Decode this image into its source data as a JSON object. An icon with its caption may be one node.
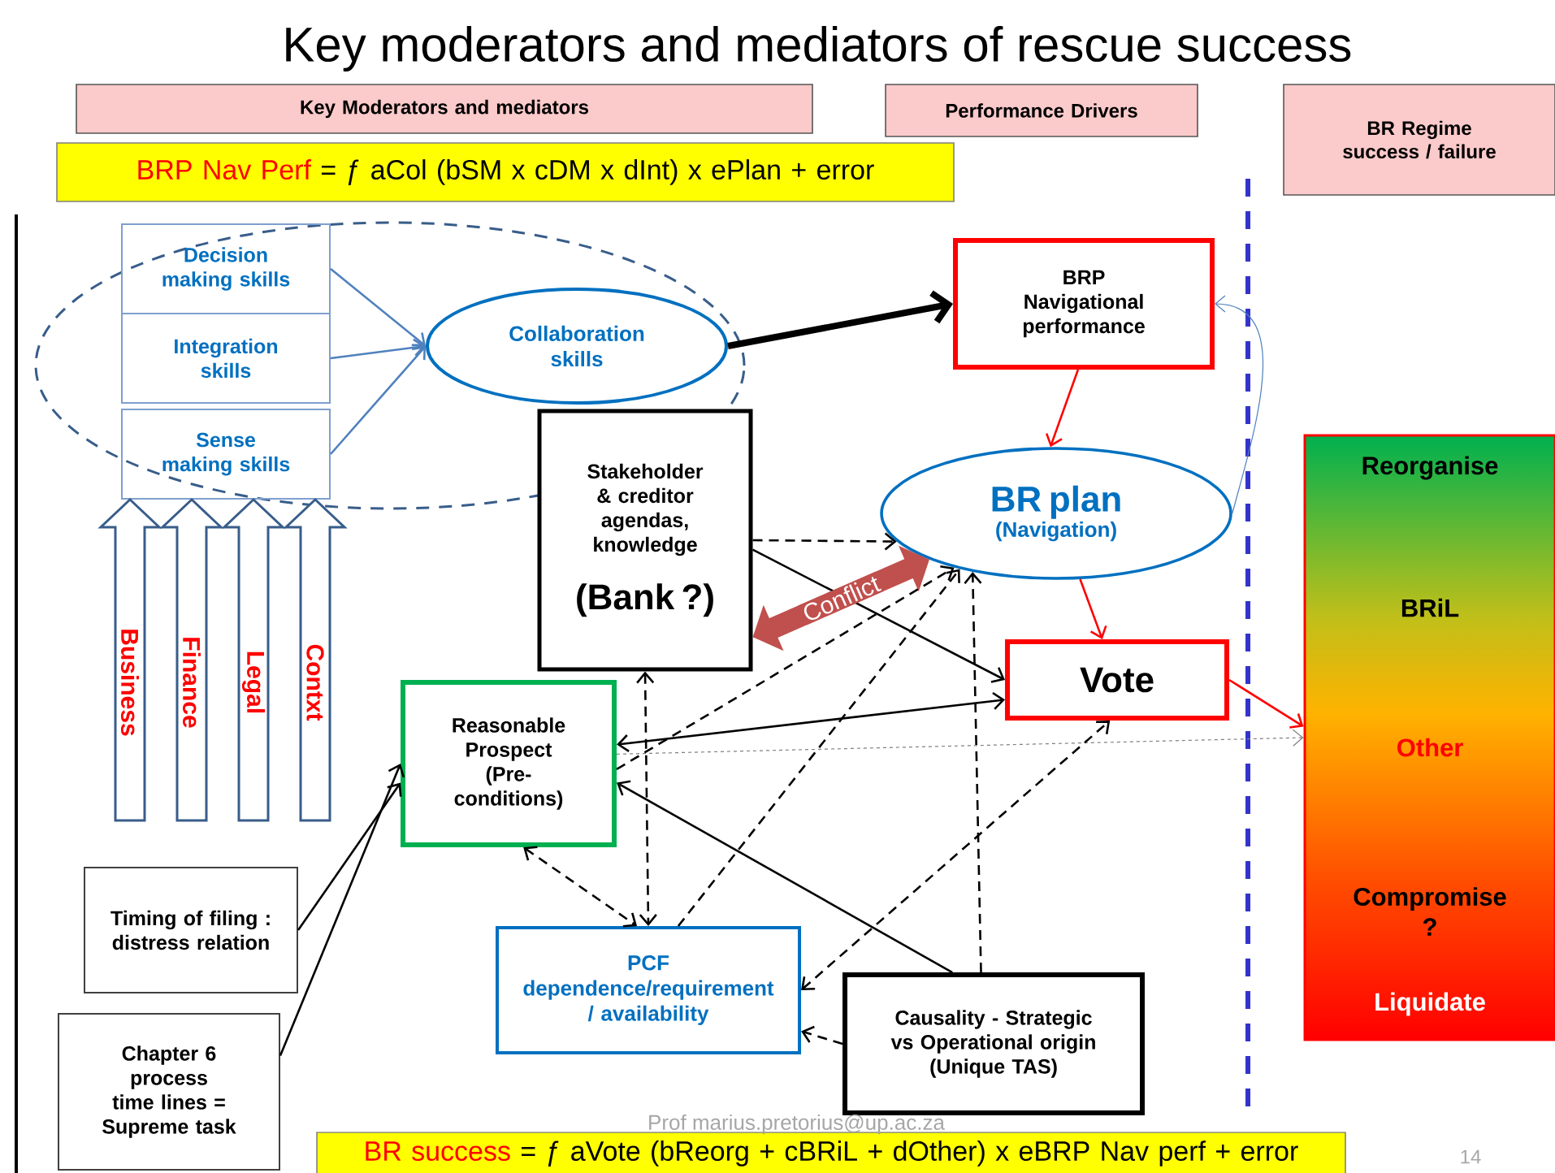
{
  "diagram": {
    "title": "Key moderators and mediators of rescue success",
    "nodes": [
      {
        "text": [
          "Key Moderators and mediators"
        ]
      },
      {
        "text": [
          "Performance Drivers"
        ]
      },
      {
        "text": [
          "BR Regime success / failure"
        ]
      },
      {
        "text": [
          "BRP Nav Perf",
          "= ƒ aCol (bSM x cDM x dInt) x ePlan + error"
        ]
      },
      {
        "text": [
          "Decision making skills"
        ]
      },
      {
        "text": [
          "Integration skills"
        ]
      },
      {
        "text": [
          "Sense making skills"
        ]
      },
      {
        "text": [
          "Collaboration skills"
        ]
      },
      {
        "text": [
          "BRP Navigational performance"
        ]
      },
      {
        "text": [
          "BR plan",
          "(Navigation)"
        ]
      },
      {
        "text": [
          "Stakeholder & creditor agendas, knowledge",
          "(Bank ?)"
        ]
      },
      {
        "text": [
          "Vote"
        ]
      },
      {
        "text": [
          "Reasonable Prospect (Pre-conditions)"
        ]
      },
      {
        "text": [
          "PCF",
          "dependence/requirement / availability"
        ]
      },
      {
        "text": [
          "Causality - Strategic vs Operational origin",
          "(Unique TAS)"
        ]
      },
      {
        "text": [
          "Timing of filing : distress relation"
        ]
      },
      {
        "text": [
          "Chapter 6 process time lines = Supreme task"
        ]
      },
      {
        "text": [
          "Reorganise",
          "BRiL",
          "Other",
          "Compromise ?",
          "Liquidate"
        ]
      },
      {
        "text": [
          "BR success",
          "= ƒ  aVote (bReorg + cBRiL + dOther) x eBRP Nav perf + error"
        ]
      }
    ],
    "edges": [
      {
        "from": 4,
        "to": 7,
        "arrow": "to",
        "color": "#4f81bd"
      },
      {
        "from": 5,
        "to": 7,
        "arrow": "to",
        "color": "#4f81bd"
      },
      {
        "from": 6,
        "to": 7,
        "arrow": "to",
        "color": "#4f81bd"
      },
      {
        "from": 7,
        "to": 8,
        "arrow": "to",
        "style": "thick"
      },
      {
        "from": 8,
        "to": 9,
        "arrow": "to",
        "color": "#ff0000"
      },
      {
        "from": 9,
        "to": 8,
        "arrow": "to",
        "color": "#4f81bd"
      },
      {
        "from": 9,
        "to": 11,
        "arrow": "to",
        "color": "#ff0000"
      },
      {
        "from": 11,
        "to": 17,
        "arrow": "to",
        "color": "#ff0000"
      },
      {
        "from": 10,
        "to": 9,
        "arrow": "to",
        "style": "dashed"
      },
      {
        "from": 10,
        "to": 11,
        "arrow": "to"
      },
      {
        "from": 10,
        "to": 9,
        "arrow": "both",
        "label": "Conflict",
        "style": "thick",
        "color": "#c0504d"
      },
      {
        "from": 12,
        "to": 11,
        "arrow": "both"
      },
      {
        "from": 12,
        "to": 17,
        "arrow": "to",
        "style": "dashed",
        "color": "#7f7f7f"
      },
      {
        "from": 14,
        "to": 12,
        "arrow": "to"
      },
      {
        "from": 15,
        "to": 12,
        "arrow": "to"
      },
      {
        "from": 16,
        "to": 12,
        "arrow": "to"
      },
      {
        "from": 12,
        "to": 13,
        "arrow": "both",
        "style": "dashed"
      },
      {
        "from": 10,
        "to": 13,
        "arrow": "both",
        "style": "dashed"
      },
      {
        "from": 12,
        "to": 9,
        "arrow": "to",
        "style": "dashed"
      },
      {
        "from": 13,
        "to": 9,
        "arrow": "to",
        "style": "dashed"
      },
      {
        "from": 14,
        "to": 9,
        "arrow": "to",
        "style": "dashed"
      },
      {
        "from": 13,
        "to": 11,
        "arrow": "both",
        "style": "dashed"
      },
      {
        "from": 14,
        "to": 13,
        "arrow": "to",
        "style": "dashed"
      },
      {
        "from": null,
        "to": 6,
        "arrow": "to",
        "label": "Business",
        "style": "thick",
        "color": "#385d8a"
      },
      {
        "from": null,
        "to": 6,
        "arrow": "to",
        "label": "Finance",
        "style": "thick",
        "color": "#385d8a"
      },
      {
        "from": null,
        "to": 6,
        "arrow": "to",
        "label": "Legal",
        "style": "thick",
        "color": "#385d8a"
      },
      {
        "from": null,
        "to": 6,
        "arrow": "to",
        "label": "Contxt",
        "style": "thick",
        "color": "#385d8a"
      }
    ],
    "labels": [
      "Prof marius.pretorius@up.ac.za",
      "14"
    ]
  }
}
